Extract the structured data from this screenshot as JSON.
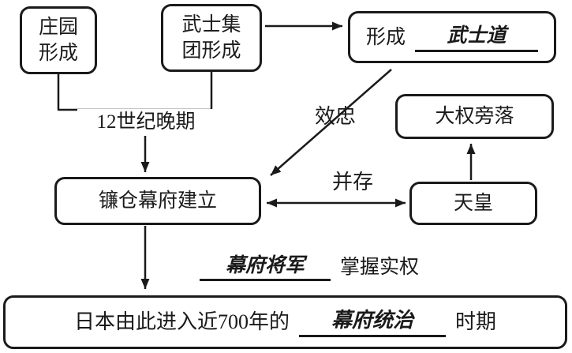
{
  "colors": {
    "ink": "#1a1a1a",
    "background": "#ffffff"
  },
  "nodes": {
    "manor": {
      "label": "庄园\n形成"
    },
    "samurai_group": {
      "label": "武士集\n团形成"
    },
    "bushido": {
      "prefix": "形成",
      "answer": "武士道"
    },
    "power_decline": {
      "label": "大权旁落"
    },
    "kamakura": {
      "label": "镰仓幕府建立"
    },
    "emperor": {
      "label": "天皇"
    },
    "conclusion": {
      "prefix": "日本由此进入近700年的",
      "answer": "幕府统治",
      "suffix": "时期"
    }
  },
  "edge_labels": {
    "era": "12世纪晚期",
    "loyalty": "效忠",
    "coexist": "并存"
  },
  "shogun_line": {
    "answer": "幕府将军",
    "suffix": "掌握实权"
  }
}
